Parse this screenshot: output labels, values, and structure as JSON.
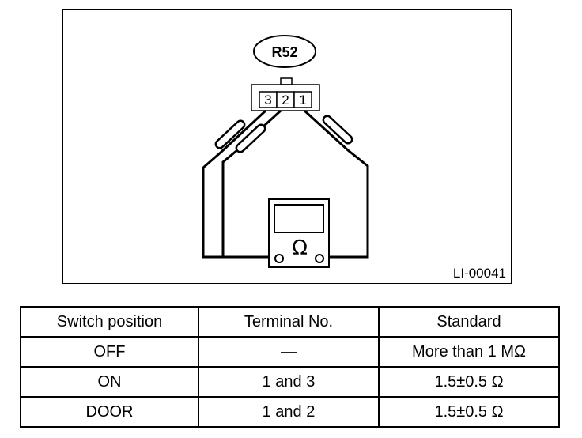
{
  "diagram": {
    "connector_label": "R52",
    "terminals": [
      "3",
      "2",
      "1"
    ],
    "meter_symbol": "Ω",
    "figure_id": "LI-00041"
  },
  "table": {
    "headers": [
      "Switch position",
      "Terminal No.",
      "Standard"
    ],
    "rows": [
      [
        "OFF",
        "—",
        "More than 1 MΩ"
      ],
      [
        "ON",
        "1 and 3",
        "1.5±0.5 Ω"
      ],
      [
        "DOOR",
        "1 and 2",
        "1.5±0.5 Ω"
      ]
    ]
  }
}
